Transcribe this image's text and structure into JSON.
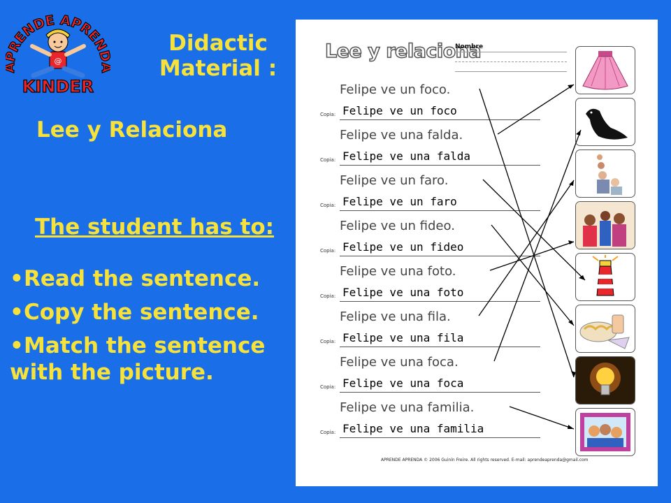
{
  "logo": {
    "top_text": "APRENDE APRENDA",
    "bottom_text": "KINDER",
    "badge": "@"
  },
  "slide": {
    "title": "Didactic Material :",
    "subtitle": "Lee y Relaciona",
    "heading": "The student has to:",
    "steps": [
      "Read the sentence.",
      "Copy the sentence.",
      "Match the sentence with the picture."
    ]
  },
  "worksheet": {
    "title": "Lee y relaciona",
    "name_label": "Nombre",
    "copy_label": "Copia:",
    "rows": [
      {
        "sentence": "Felipe ve un foco.",
        "copy": "Felipe ve un foco"
      },
      {
        "sentence": "Felipe ve una falda.",
        "copy": "Felipe ve una falda"
      },
      {
        "sentence": "Felipe ve un faro.",
        "copy": "Felipe ve un faro"
      },
      {
        "sentence": "Felipe ve un fideo.",
        "copy": "Felipe ve un fideo"
      },
      {
        "sentence": "Felipe ve una foto.",
        "copy": "Felipe ve una foto"
      },
      {
        "sentence": "Felipe ve una fila.",
        "copy": "Felipe ve una fila"
      },
      {
        "sentence": "Felipe ve una foca.",
        "copy": "Felipe ve una foca"
      },
      {
        "sentence": "Felipe ve una familia.",
        "copy": "Felipe ve una familia"
      }
    ],
    "pictures": [
      "skirt-icon",
      "seal-icon",
      "queue-icon",
      "family-icon",
      "lighthouse-icon",
      "noodles-icon",
      "lightbulb-icon",
      "photo-frame-icon"
    ],
    "footer": "APRENDE APRENDA © 2006 Guinín Freire. All rights reserved. E-mail: aprendeaprenda@gmail.com"
  },
  "colors": {
    "background": "#1a6fe8",
    "text": "#f6e23a",
    "logo_text": "#e8262b"
  }
}
